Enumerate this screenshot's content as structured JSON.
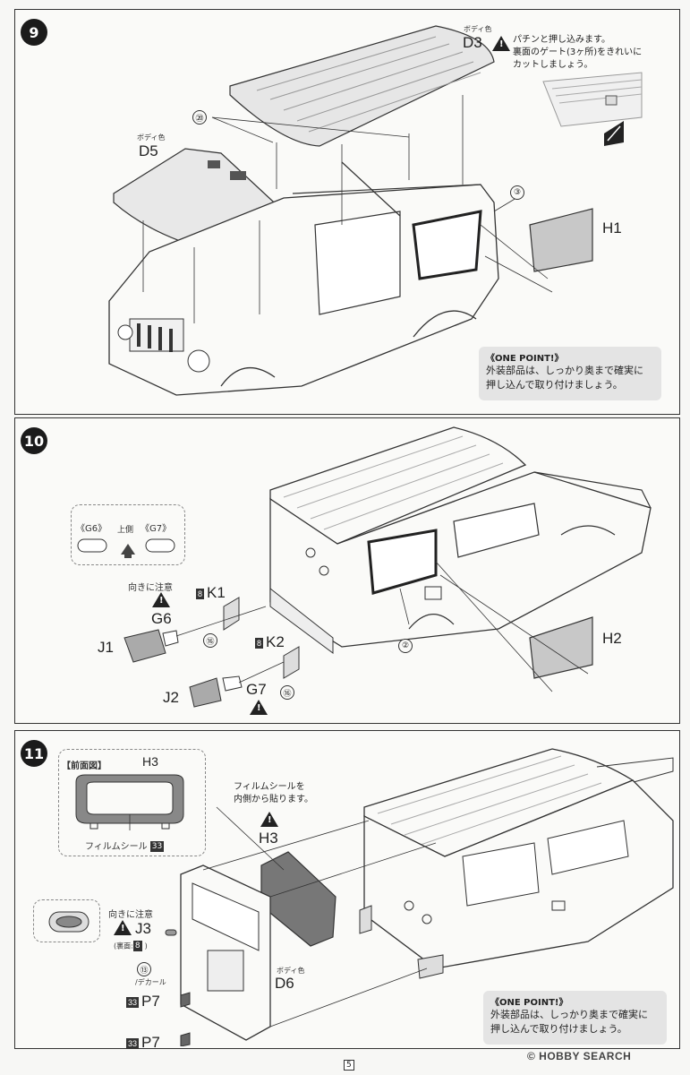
{
  "page_number": "5",
  "watermark": "© HOBBY SEARCH",
  "step9": {
    "number": "9",
    "body_color_label": "ボディ色",
    "parts": {
      "d3": "D3",
      "d5": "D5",
      "h1": "H1"
    },
    "callouts": {
      "c20": "⑳",
      "c3": "③"
    },
    "note": "パチンと押し込みます。\n裏面のゲート(3ヶ所)をきれいに\nカットしましょう。",
    "one_point_title": "《ONE POINT!》",
    "one_point_body": "外装部品は、しっかり奥まで確実に\n押し込んで取り付けましょう。"
  },
  "step10": {
    "number": "10",
    "g6_label": "《G6》",
    "g7_label": "《G7》",
    "upside_label": "上側",
    "orientation_note": "向きに注意",
    "parts": {
      "g6": "G6",
      "g7": "G7",
      "k1": "K1",
      "k2": "K2",
      "j1": "J1",
      "j2": "J2",
      "h2": "H2"
    },
    "runner_k": "8",
    "callouts": {
      "c16a": "⑯",
      "c16b": "⑯",
      "c2": "②"
    }
  },
  "step11": {
    "number": "11",
    "front_view_label": "【前面図】",
    "h3_top": "H3",
    "film_seal_label": "フィルムシール",
    "film_seal_num": "33",
    "film_note": "フィルムシールを\n内側から貼ります。",
    "h3_part": "H3",
    "orientation_note": "向きに注意",
    "j3": "J3",
    "j3_back_prefix": "(裏面:",
    "j3_back_num": "8",
    "j3_back_suffix": ")",
    "decal_label": "/デカール",
    "callout_13": "⑬",
    "body_color_label": "ボディ色",
    "d6": "D6",
    "p7a_num": "33",
    "p7a": "P7",
    "p7b_num": "33",
    "p7b": "P7",
    "one_point_title": "《ONE POINT!》",
    "one_point_body": "外装部品は、しっかり奥まで確実に\n押し込んで取り付けましょう。"
  }
}
